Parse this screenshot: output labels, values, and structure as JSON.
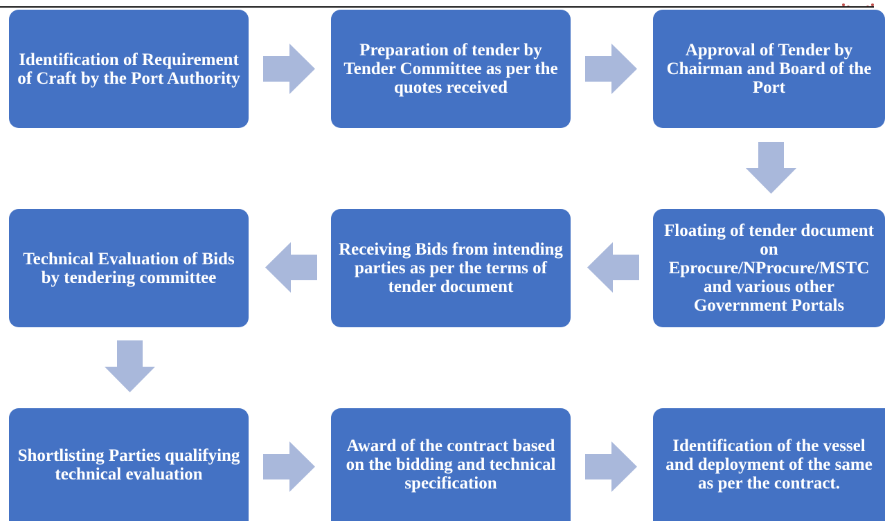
{
  "colors": {
    "box_fill": "#4472c4",
    "box_text": "#ffffff",
    "arrow_fill": "#a9b8db",
    "rule": "#1a1a1a",
    "logo": "#c0504d"
  },
  "steps": [
    "Identification of Requirement of Craft by the Port Authority",
    "Preparation of tender by Tender Committee as per the quotes received",
    "Approval of Tender by Chairman and Board of the Port",
    "Floating of tender document on Eprocure/NProcure/MSTC and various other Government Portals",
    "Receiving Bids from intending parties as per the terms of tender document",
    "Technical Evaluation of Bids by tendering committee",
    "Shortlisting Parties qualifying technical evaluation",
    "Award of the contract based on the bidding and technical specification",
    "Identification of the vessel and deployment of the same as per the contract."
  ],
  "arrows": [
    {
      "from": "step-1",
      "to": "step-2",
      "direction": "right"
    },
    {
      "from": "step-2",
      "to": "step-3",
      "direction": "right"
    },
    {
      "from": "step-3",
      "to": "step-4",
      "direction": "down"
    },
    {
      "from": "step-4",
      "to": "step-5",
      "direction": "left"
    },
    {
      "from": "step-5",
      "to": "step-6",
      "direction": "left"
    },
    {
      "from": "step-6",
      "to": "step-7",
      "direction": "down"
    },
    {
      "from": "step-7",
      "to": "step-8",
      "direction": "right"
    },
    {
      "from": "step-8",
      "to": "step-9",
      "direction": "right"
    }
  ]
}
